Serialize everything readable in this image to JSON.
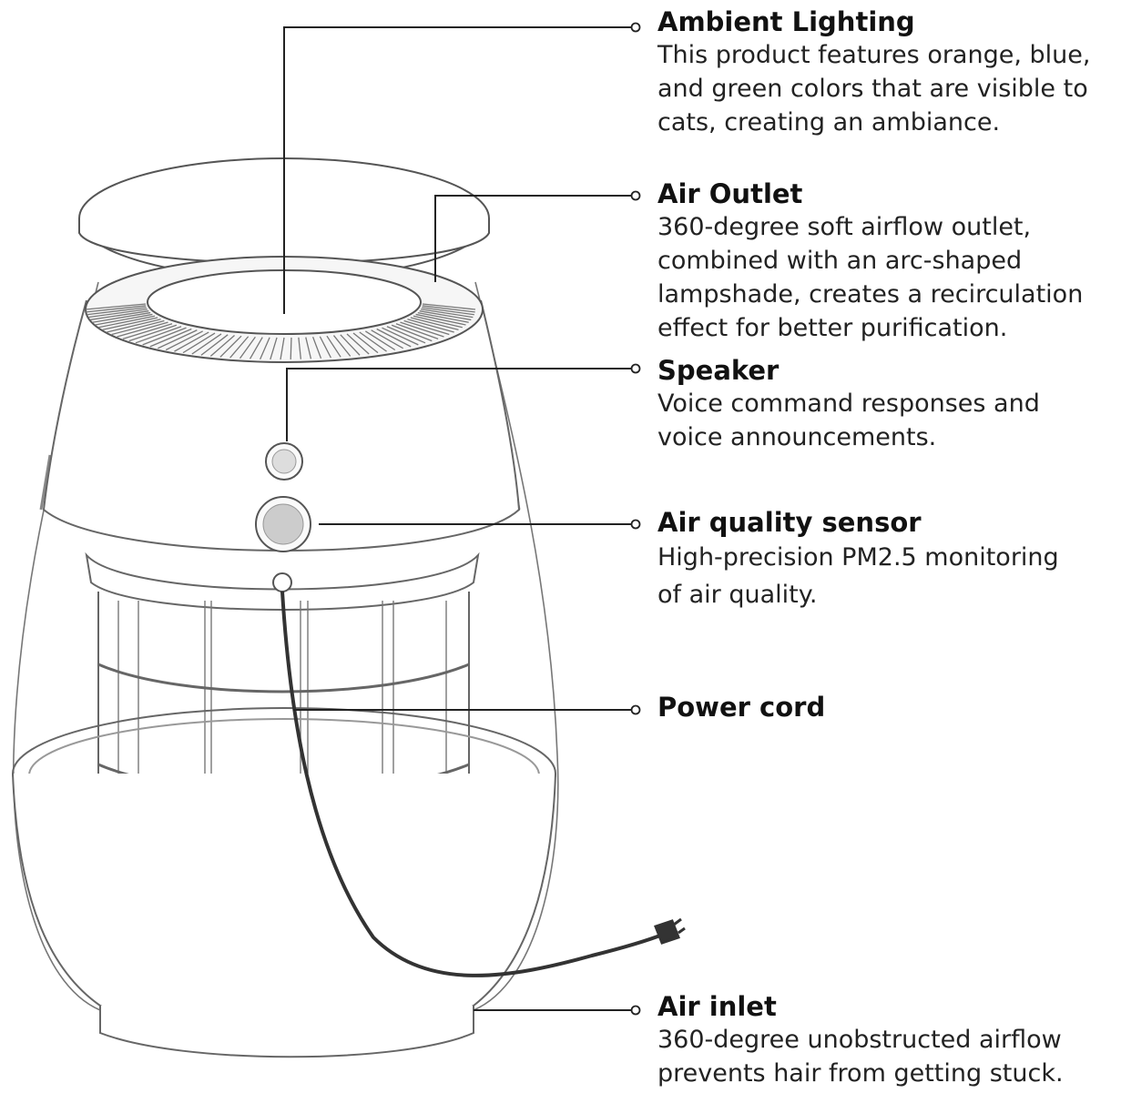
{
  "callouts": {
    "ambient_lighting": {
      "title": "Ambient Lighting",
      "lines": [
        "This product features orange, blue,",
        "and green colors that are visible to",
        "cats, creating an ambiance."
      ]
    },
    "air_outlet": {
      "title": "Air Outlet",
      "lines": [
        "360-degree soft airflow outlet,",
        "combined with an arc-shaped",
        "lampshade, creates a recirculation",
        "effect for better purification."
      ]
    },
    "speaker": {
      "title": "Speaker",
      "lines": [
        "Voice command responses and",
        "voice announcements."
      ]
    },
    "air_quality_sensor": {
      "title": "Air quality sensor",
      "lines": [
        "High-precision PM2.5 monitoring",
        "of air quality."
      ]
    },
    "power_cord": {
      "title": "Power cord",
      "lines": []
    },
    "air_inlet": {
      "title": "Air inlet",
      "lines": [
        "360-degree unobstructed airflow",
        "prevents hair from getting stuck."
      ]
    }
  },
  "colors": {
    "outline": "#555555",
    "leader": "#222222",
    "cord": "#333333",
    "text": "#111111"
  }
}
